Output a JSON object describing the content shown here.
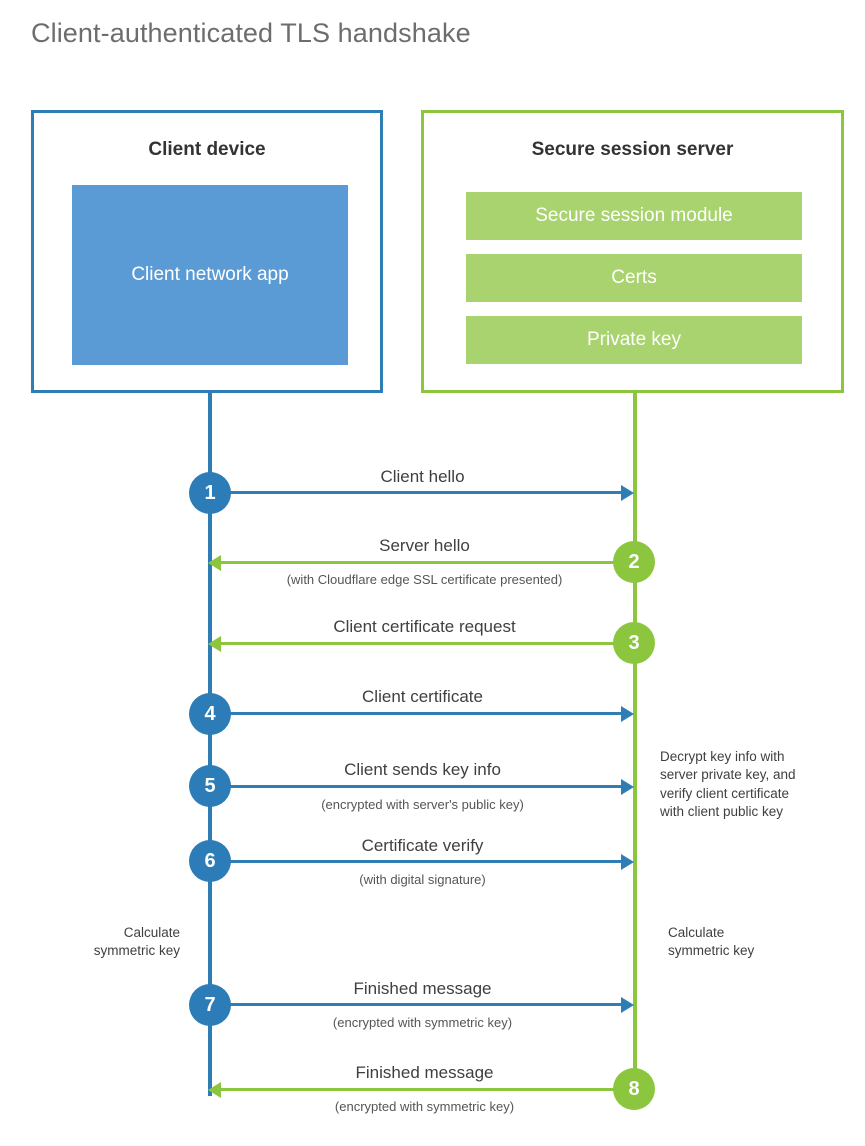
{
  "title": "Client-authenticated TLS handshake",
  "colors": {
    "client_blue": "#2e7db5",
    "client_app_blue": "#5b9bd5",
    "step_blue": "#2c7cb8",
    "server_green": "#8cc63e",
    "server_bar_green": "#a9d36e",
    "title_gray": "#6d6d6d"
  },
  "client": {
    "title": "Client device",
    "app_label": "Client network\napp"
  },
  "server": {
    "title": "Secure session server",
    "bars": [
      {
        "label": "Secure session module"
      },
      {
        "label": "Certs"
      },
      {
        "label": "Private key"
      }
    ]
  },
  "steps": [
    {
      "number": "1",
      "label": "Client hello",
      "sublabel": "",
      "direction": "client-to-server",
      "color": "blue"
    },
    {
      "number": "2",
      "label": "Server hello",
      "sublabel": "(with Cloudflare edge SSL certificate presented)",
      "direction": "server-to-client",
      "color": "green"
    },
    {
      "number": "3",
      "label": "Client certificate request",
      "sublabel": "",
      "direction": "server-to-client",
      "color": "green"
    },
    {
      "number": "4",
      "label": "Client certificate",
      "sublabel": "",
      "direction": "client-to-server",
      "color": "blue"
    },
    {
      "number": "5",
      "label": "Client sends key info",
      "sublabel": "(encrypted with server's public key)",
      "direction": "client-to-server",
      "color": "blue"
    },
    {
      "number": "6",
      "label": "Certificate verify",
      "sublabel": "(with digital signature)",
      "direction": "client-to-server",
      "color": "blue"
    },
    {
      "number": "7",
      "label": "Finished message",
      "sublabel": "(encrypted with symmetric key)",
      "direction": "client-to-server",
      "color": "blue"
    },
    {
      "number": "8",
      "label": "Finished message",
      "sublabel": "(encrypted with symmetric key)",
      "direction": "server-to-client",
      "color": "green"
    }
  ],
  "notes": {
    "server_decrypt": "Decrypt key info with\nserver private key, and\nverify client certificate\nwith client public key",
    "client_calculate": "Calculate\nsymmetric key",
    "server_calculate": "Calculate\nsymmetric key"
  }
}
